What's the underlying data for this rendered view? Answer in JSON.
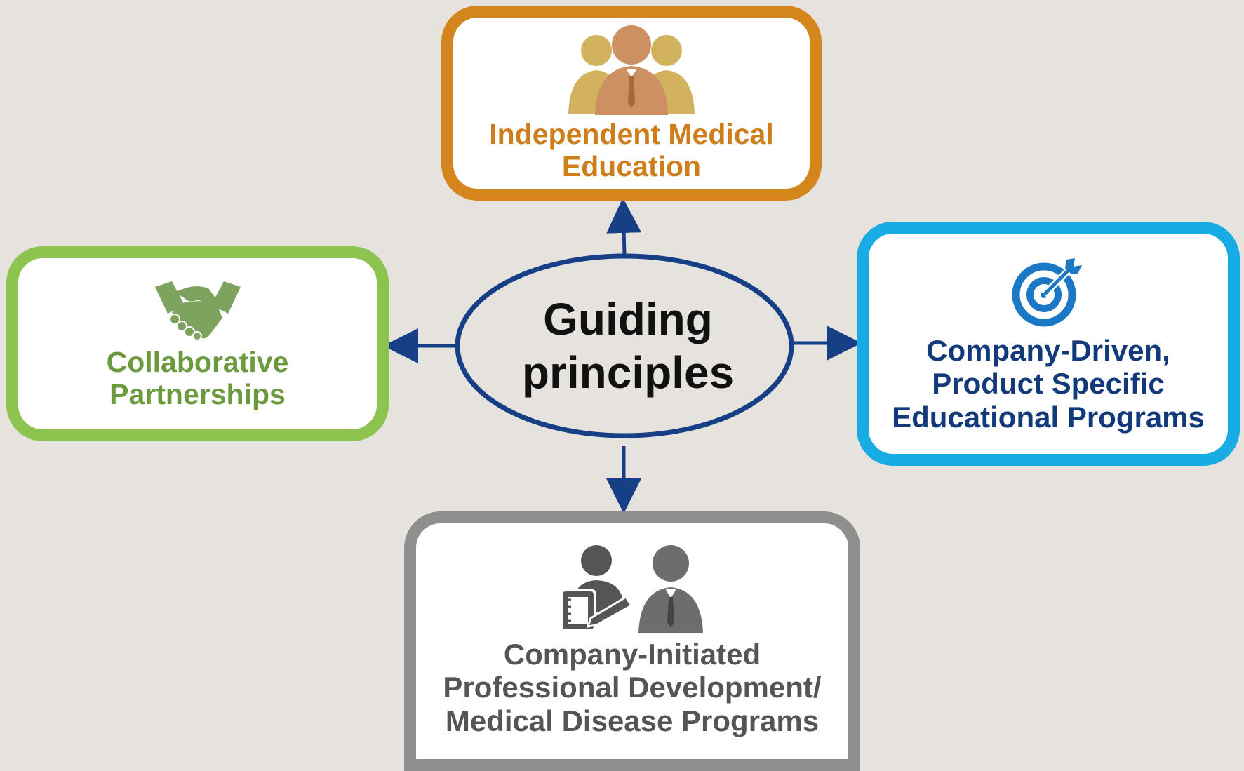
{
  "center": {
    "line1": "Guiding",
    "line2": "principles"
  },
  "boxes": {
    "independent_medical_education": {
      "line1": "Independent Medical",
      "line2": "Education"
    },
    "collaborative_partnerships": {
      "line1": "Collaborative",
      "line2": "Partnerships"
    },
    "company_driven": {
      "line1": "Company-Driven,",
      "line2": "Product Specific",
      "line3": "Educational Programs"
    },
    "company_initiated": {
      "line1": "Company-Initiated",
      "line2": "Professional Development/",
      "line3": "Medical Disease Programs"
    }
  },
  "icons": {
    "independent_medical_education": "group-of-people-icon",
    "collaborative_partnerships": "handshake-icon",
    "company_driven": "target-with-arrow-icon",
    "company_initiated": "presenter-and-person-icon"
  },
  "colors": {
    "background": "#e6e3df",
    "ellipse_stroke": "#163f86",
    "orange": "#d4851c",
    "green": "#8dc34f",
    "blue_border": "#17ace3",
    "navy_text": "#123a7a",
    "gray": "#8f8f8f"
  }
}
